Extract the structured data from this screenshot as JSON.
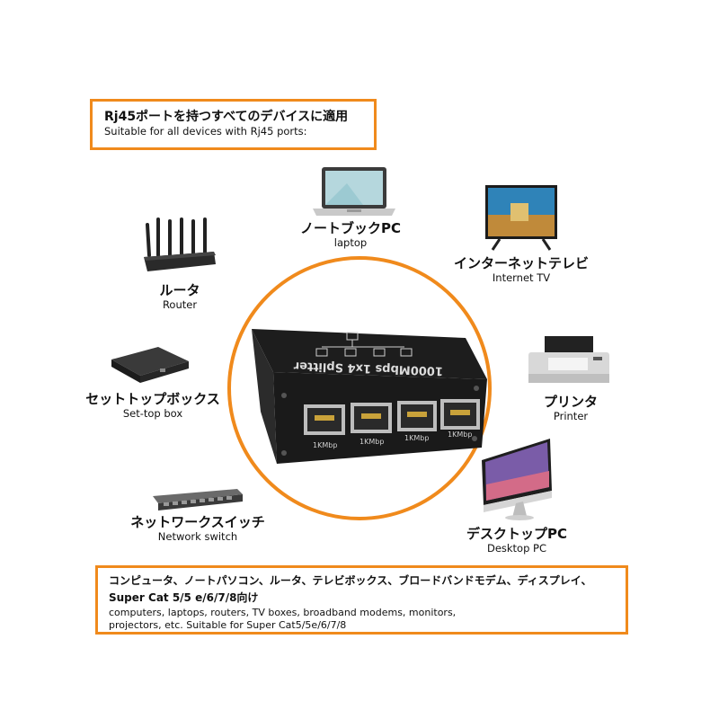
{
  "header": {
    "title_jp": "Rj45ポートを持つすべてのデバイスに適用",
    "title_en": "Suitable for all devices with Rj45 ports:"
  },
  "devices": [
    {
      "jp": "ノートブックPC",
      "en": "laptop",
      "icon": "laptop-icon"
    },
    {
      "jp": "インターネットテレビ",
      "en": "Internet TV",
      "icon": "tv-icon"
    },
    {
      "jp": "ルータ",
      "en": "Router",
      "icon": "router-icon"
    },
    {
      "jp": "セットトップボックス",
      "en": "Set-top box",
      "icon": "set-top-box-icon"
    },
    {
      "jp": "プリンタ",
      "en": "Printer",
      "icon": "printer-icon"
    },
    {
      "jp": "ネットワークスイッチ",
      "en": "Network switch",
      "icon": "network-switch-icon"
    },
    {
      "jp": "デスクトップPC",
      "en": "Desktop PC",
      "icon": "desktop-pc-icon"
    }
  ],
  "product": {
    "label": "1000Mbps 1x4 Splitter",
    "ports": [
      "1KMbp",
      "1KMbp",
      "1KMbp",
      "1KMbp"
    ],
    "accent_color": "#f08a1c"
  },
  "footer": {
    "line1_jp": "コンピュータ、ノートパソコン、ルータ、テレビボックス、ブロードバンドモデム、ディスプレイ、",
    "line2_jp": "Super Cat 5/5 e/6/7/8向け",
    "line3_en": "computers, laptops, routers, TV boxes, broadband modems, monitors,",
    "line4_en": "projectors, etc. Suitable for Super Cat5/5e/6/7/8"
  }
}
